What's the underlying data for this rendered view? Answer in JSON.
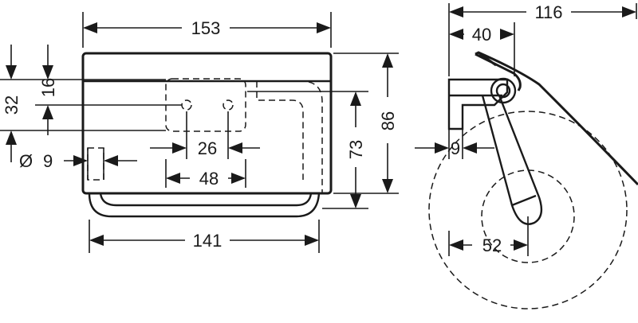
{
  "drawing": {
    "front_view": {
      "dim_width_top": "153",
      "dim_width_bottom": "141",
      "dim_height_total": "86",
      "dim_height_body": "73",
      "dim_hole_spacing": "26",
      "dim_plate_width": "48",
      "dim_height_shelf": "16",
      "dim_height_holes": "32",
      "dim_diameter_symbol": "Ø",
      "dim_diameter": "9"
    },
    "side_view": {
      "dim_depth_total": "116",
      "dim_depth_bracket": "40",
      "dim_arm_thickness": "9",
      "dim_roll_core": "52"
    }
  }
}
